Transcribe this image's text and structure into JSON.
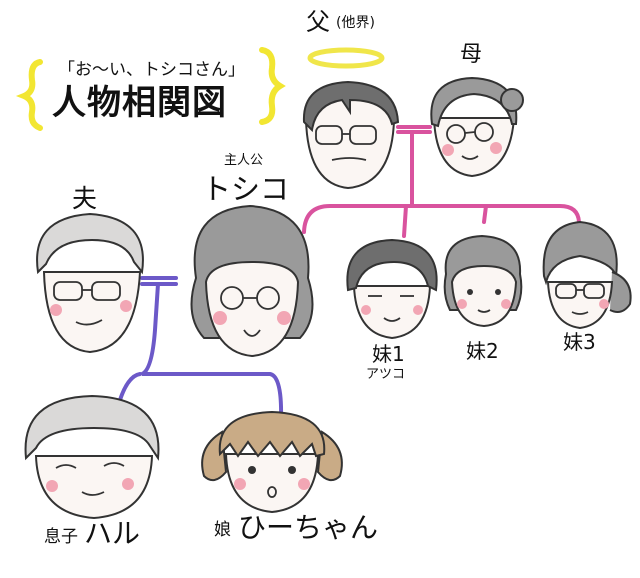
{
  "title": {
    "subtitle": "「お〜い、トシコさん」",
    "main": "人物相関図"
  },
  "father": {
    "role": "父",
    "note": "(他界)"
  },
  "mother": {
    "role": "母"
  },
  "protagonist": {
    "tag": "主人公",
    "name": "トシコ"
  },
  "husband": {
    "role": "夫"
  },
  "sister1": {
    "role": "妹1",
    "name": "アツコ"
  },
  "sister2": {
    "role": "妹2"
  },
  "sister3": {
    "role": "妹3"
  },
  "son": {
    "role": "息子",
    "name": "ハル"
  },
  "daughter": {
    "role": "娘",
    "name": "ひーちゃん"
  },
  "colors": {
    "parent_line": "#d9539e",
    "marriage_line": "#6c59c8",
    "title_brace": "#f2e632",
    "halo": "#f0e64a",
    "skin": "#fbf6f3",
    "cheek": "#f2a6b4",
    "hair_gray": "#9a9a9a",
    "hair_dark": "#6e6e6e",
    "hair_light": "#dad9d8",
    "daughter_hair": "#c9ab86",
    "ink": "#333333"
  }
}
